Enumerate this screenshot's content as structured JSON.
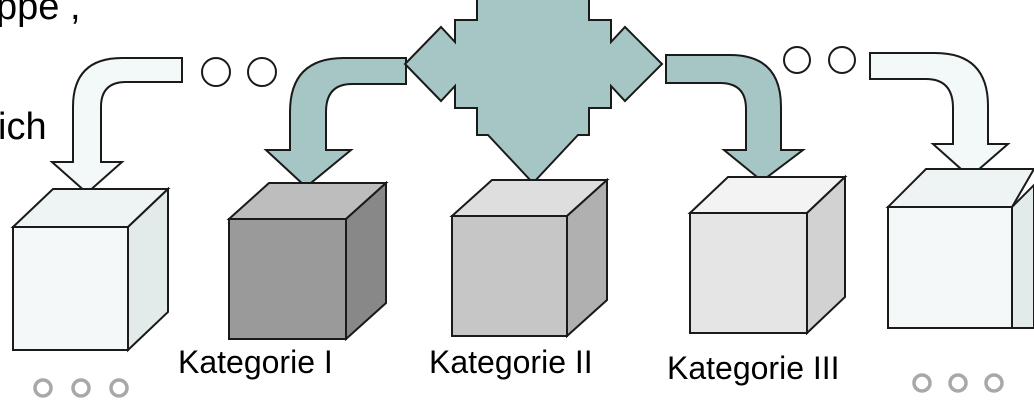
{
  "texts": {
    "top_partial": "ppe ,",
    "left_partial": "ich",
    "category_1": "Kategorie I",
    "category_2": "Kategorie II",
    "category_3": "Kategorie III"
  },
  "colors": {
    "arrow_fill": "#a6c5c5",
    "arrow_stroke": "#1a1a1a",
    "outline_fill": "#f3f8f8",
    "cube_pale": [
      "#f4f8f8",
      "#eef4f4",
      "#e3eaea"
    ],
    "cube_dark": [
      "#9a9a9a",
      "#bdbdbd",
      "#888888"
    ],
    "cube_mid": [
      "#c6c6c6",
      "#dedede",
      "#b0b0b0"
    ],
    "cube_light": [
      "#e5e5e5",
      "#f3f3f3",
      "#d2d2d2"
    ],
    "dot_gray": "#a8a8a8"
  },
  "icons": [
    "curved-arrow-down",
    "four-way-arrow",
    "circle-dot"
  ]
}
